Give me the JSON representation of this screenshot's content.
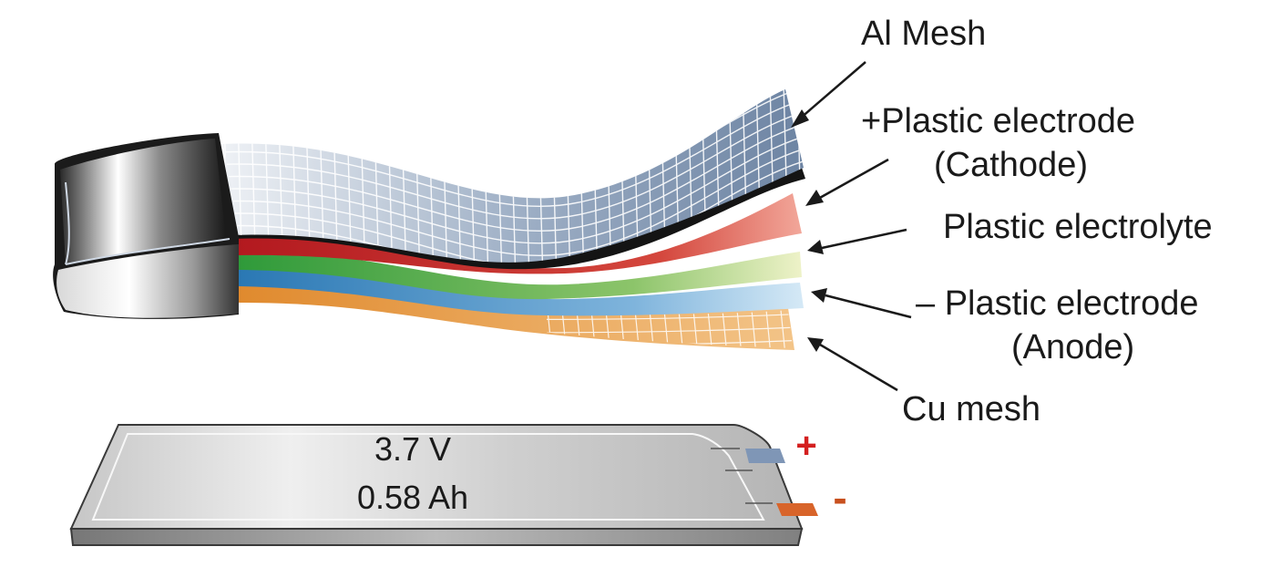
{
  "labels": {
    "al_mesh": "Al Mesh",
    "cathode_line1": "+Plastic electrode",
    "cathode_line2": "(Cathode)",
    "electrolyte": "Plastic electrolyte",
    "anode_line1": "– Plastic electrode",
    "anode_line2": "(Anode)",
    "cu_mesh": "Cu mesh"
  },
  "cell": {
    "voltage": "3.7 V",
    "capacity": "0.58 Ah",
    "plus_sign": "+",
    "minus_sign": "-"
  },
  "colors": {
    "positive_sign": "#d42020",
    "negative_sign": "#c8501e",
    "positive_tab": "#7f96b6",
    "negative_tab": "#d8642a",
    "cathode_layer": "#b3191f",
    "electrolyte_layer": "#2f9a3a",
    "anode_layer": "#2a78b4",
    "cu_layer": "#e08a2e",
    "separator_layer": "#141414"
  }
}
